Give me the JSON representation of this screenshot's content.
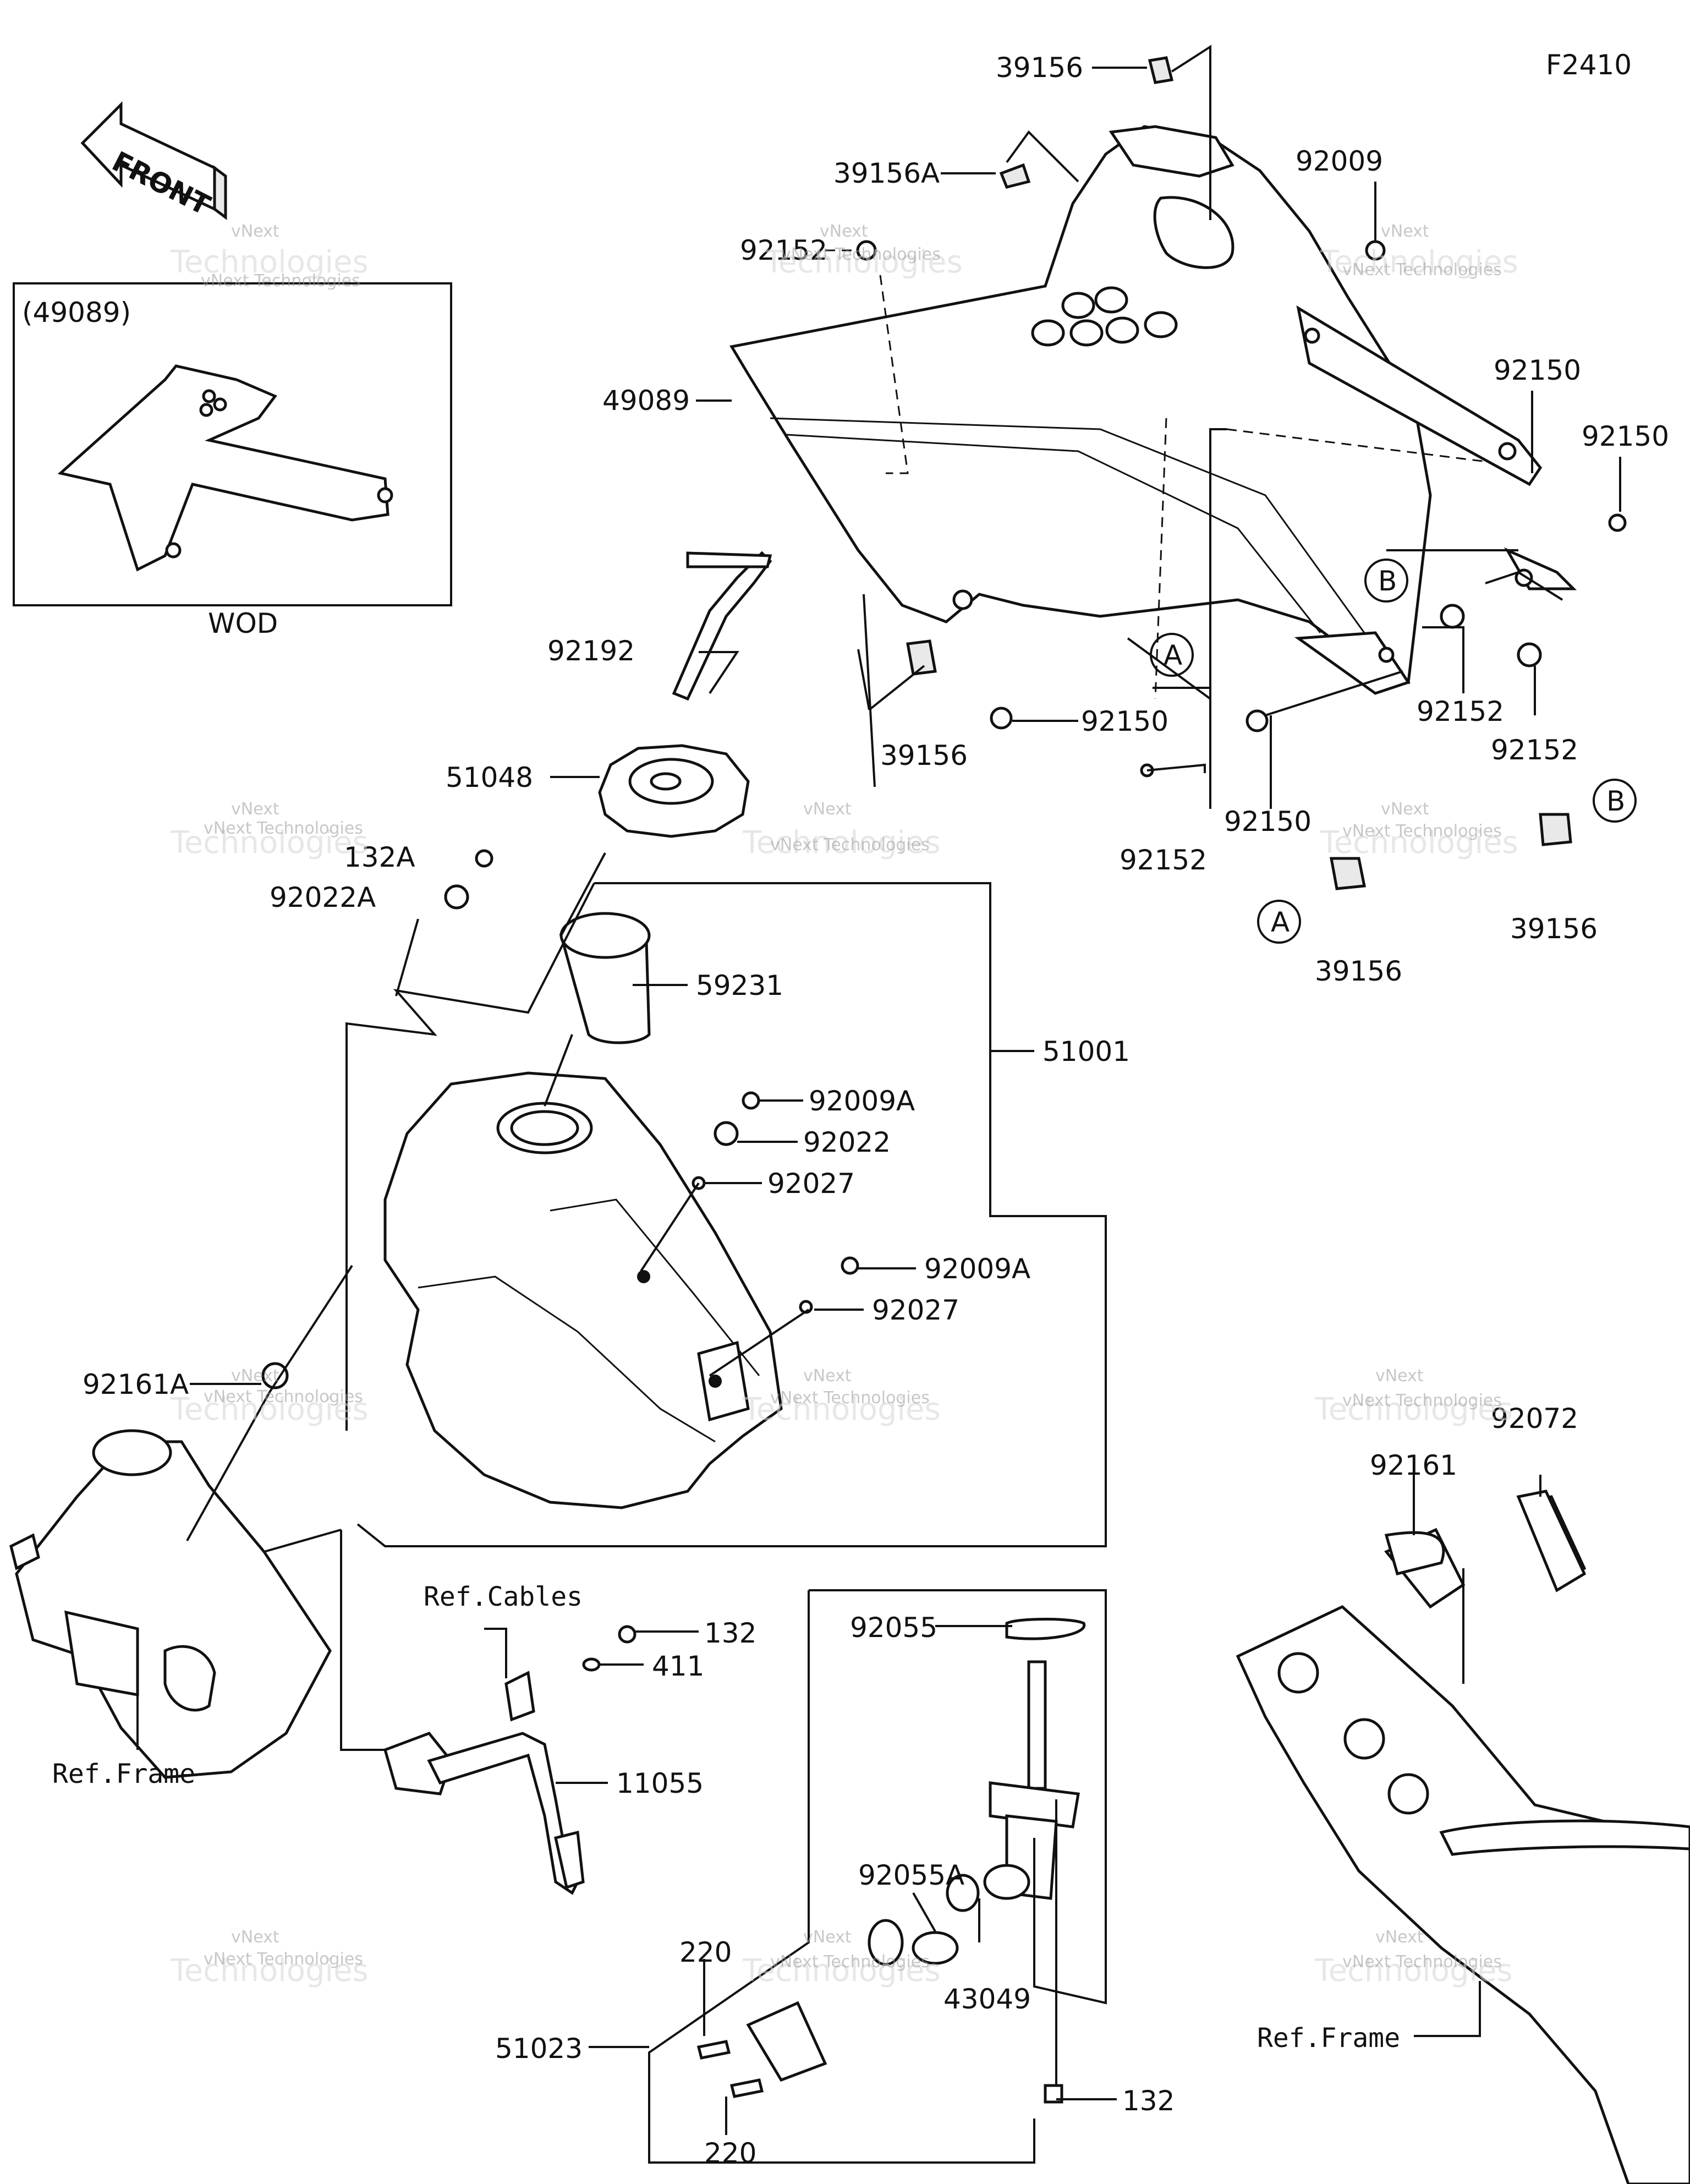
{
  "diagram": {
    "figure_code": "F2410",
    "front_arrow": "FRONT",
    "inset": {
      "title": "(49089)",
      "caption": "WOD"
    },
    "part_labels": [
      {
        "id": "39156-top",
        "text": "39156"
      },
      {
        "id": "39156A",
        "text": "39156A"
      },
      {
        "id": "92152-a",
        "text": "92152"
      },
      {
        "id": "92009",
        "text": "92009"
      },
      {
        "id": "49089",
        "text": "49089"
      },
      {
        "id": "92150-a",
        "text": "92150"
      },
      {
        "id": "92150-b",
        "text": "92150"
      },
      {
        "id": "92192",
        "text": "92192"
      },
      {
        "id": "92150-c",
        "text": "92150"
      },
      {
        "id": "39156-mid",
        "text": "39156"
      },
      {
        "id": "51048",
        "text": "51048"
      },
      {
        "id": "92152-b",
        "text": "92152"
      },
      {
        "id": "92150-d",
        "text": "92150"
      },
      {
        "id": "92152-c",
        "text": "92152"
      },
      {
        "id": "92152-d",
        "text": "92152"
      },
      {
        "id": "132A",
        "text": "132A"
      },
      {
        "id": "92022A",
        "text": "92022A"
      },
      {
        "id": "39156-b",
        "text": "39156"
      },
      {
        "id": "39156-a",
        "text": "39156"
      },
      {
        "id": "59231",
        "text": "59231"
      },
      {
        "id": "51001",
        "text": "51001"
      },
      {
        "id": "92009A-a",
        "text": "92009A"
      },
      {
        "id": "92022",
        "text": "92022"
      },
      {
        "id": "92027-a",
        "text": "92027"
      },
      {
        "id": "92009A-b",
        "text": "92009A"
      },
      {
        "id": "92027-b",
        "text": "92027"
      },
      {
        "id": "92161A",
        "text": "92161A"
      },
      {
        "id": "92072",
        "text": "92072"
      },
      {
        "id": "92161",
        "text": "92161"
      },
      {
        "id": "132-a",
        "text": "132"
      },
      {
        "id": "411",
        "text": "411"
      },
      {
        "id": "92055",
        "text": "92055"
      },
      {
        "id": "11055",
        "text": "11055"
      },
      {
        "id": "92055A",
        "text": "92055A"
      },
      {
        "id": "220-a",
        "text": "220"
      },
      {
        "id": "43049",
        "text": "43049"
      },
      {
        "id": "51023",
        "text": "51023"
      },
      {
        "id": "220-b",
        "text": "220"
      },
      {
        "id": "132-b",
        "text": "132"
      }
    ],
    "references": [
      {
        "id": "ref-cables",
        "text": "Ref.Cables"
      },
      {
        "id": "ref-frame-left",
        "text": "Ref.Frame"
      },
      {
        "id": "ref-frame-right",
        "text": "Ref.Frame"
      }
    ],
    "callouts": [
      {
        "id": "callout-a-upper",
        "text": "A"
      },
      {
        "id": "callout-b-upper",
        "text": "B"
      },
      {
        "id": "callout-a-lower",
        "text": "A"
      },
      {
        "id": "callout-b-lower",
        "text": "B"
      }
    ],
    "watermark": {
      "line1": "vNext Technologies",
      "line2": "vNext",
      "line3": "Technologies"
    }
  }
}
